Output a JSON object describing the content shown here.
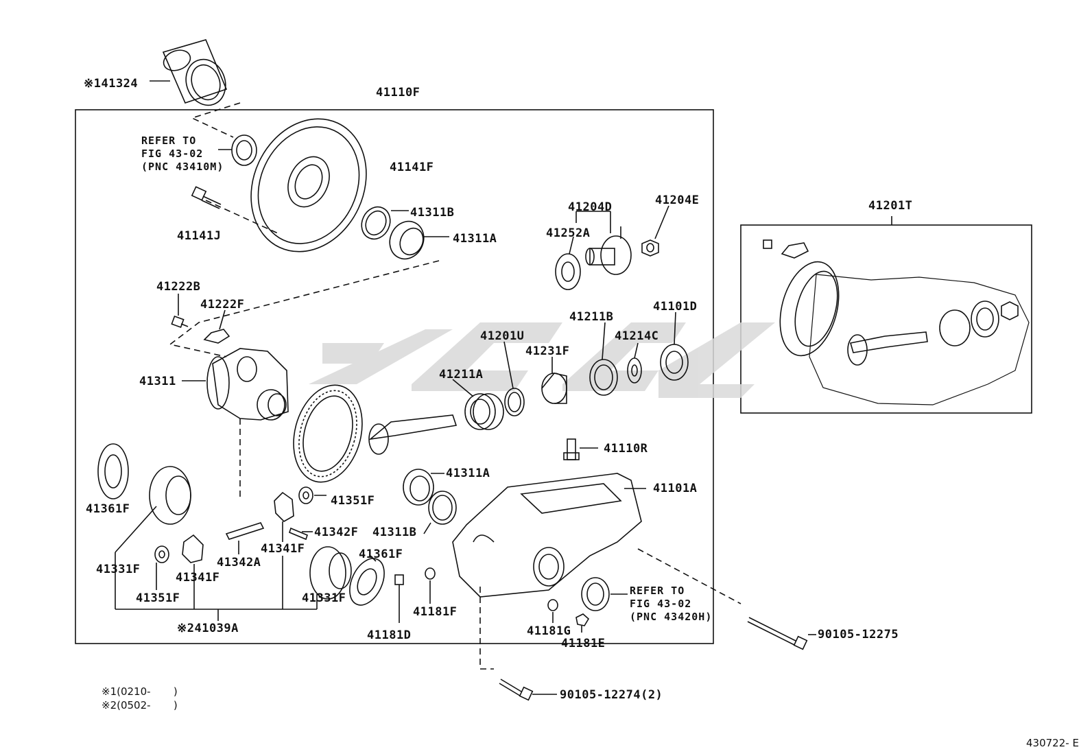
{
  "labels": {
    "p41324": "※141324",
    "p41110F": "41110F",
    "p41141F": "41141F",
    "p41141J": "41141J",
    "p41311B_top": "41311B",
    "p41311A_top": "41311A",
    "p41204D": "41204D",
    "p41204E": "41204E",
    "p41252A": "41252A",
    "p41201T": "41201T",
    "p41222B": "41222B",
    "p41222F": "41222F",
    "p41211B": "41211B",
    "p41101D": "41101D",
    "p41201U": "41201U",
    "p41214C": "41214C",
    "p41231F": "41231F",
    "p41211A": "41211A",
    "p41311": "41311",
    "p41110R": "41110R",
    "p41311A_mid": "41311A",
    "p41101A": "41101A",
    "p41361F_left": "41361F",
    "p41351F_mid": "41351F",
    "p41342F": "41342F",
    "p41311B_mid": "41311B",
    "p41361F_mid": "41361F",
    "p41331F_left": "41331F",
    "p41341F_mid": "41341F",
    "p41342A": "41342A",
    "p41341F_left": "41341F",
    "p41351F_left": "41351F",
    "p41331F_mid": "41331F",
    "p41181F": "41181F",
    "p41181D": "41181D",
    "p41181G": "41181G",
    "p41181E": "41181E",
    "p41039A": "※241039A",
    "p90105_12275": "90105-12275",
    "p90105_12274": "90105-12274(2)"
  },
  "refs": {
    "top": "REFER TO\nFIG 43-02\n(PNC 43410M)",
    "bottom": "REFER TO\nFIG 43-02\n(PNC 43420H)"
  },
  "notes": {
    "n1": "※1(0210-       )",
    "n2": "※2(0502-       )"
  },
  "figure_code": "430722- E"
}
